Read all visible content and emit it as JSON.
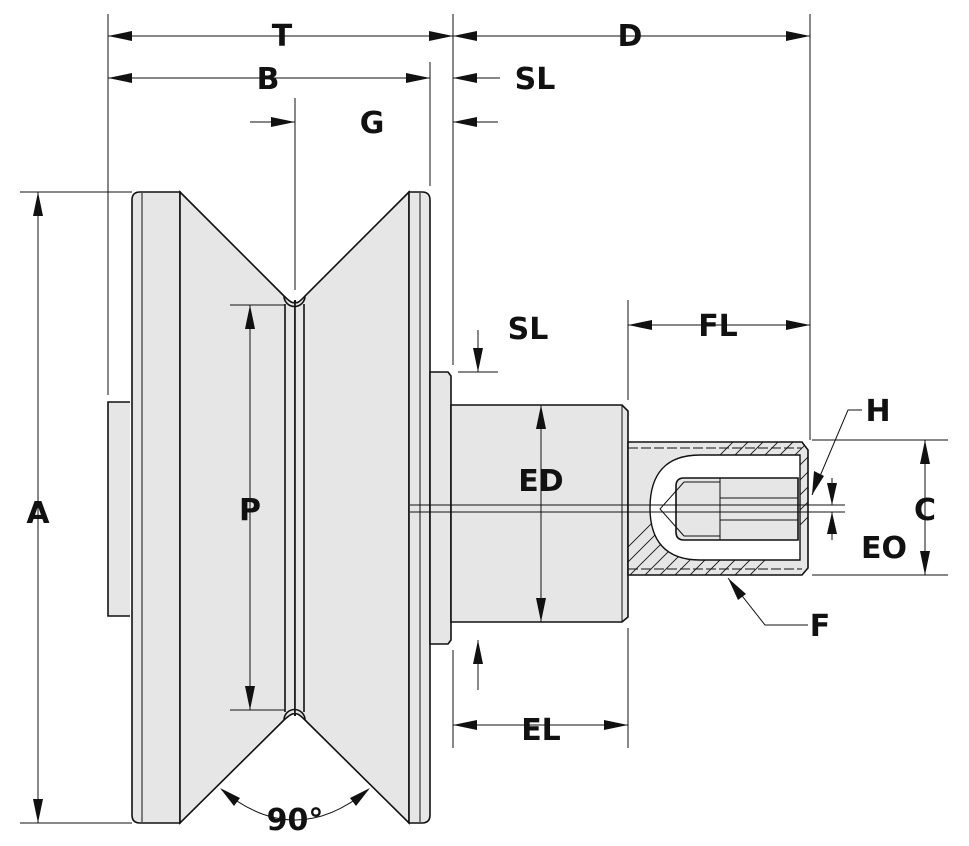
{
  "drawing": {
    "labels": {
      "T": "T",
      "D": "D",
      "B": "B",
      "SL_top": "SL",
      "G": "G",
      "SL_mid": "SL",
      "FL": "FL",
      "H": "H",
      "A": "A",
      "P": "P",
      "ED": "ED",
      "C": "C",
      "EO": "EO",
      "F": "F",
      "EL": "EL",
      "angle": "90°"
    },
    "colors": {
      "line": "#111111",
      "fill": "#e6e6e6",
      "background": "#ffffff"
    }
  }
}
